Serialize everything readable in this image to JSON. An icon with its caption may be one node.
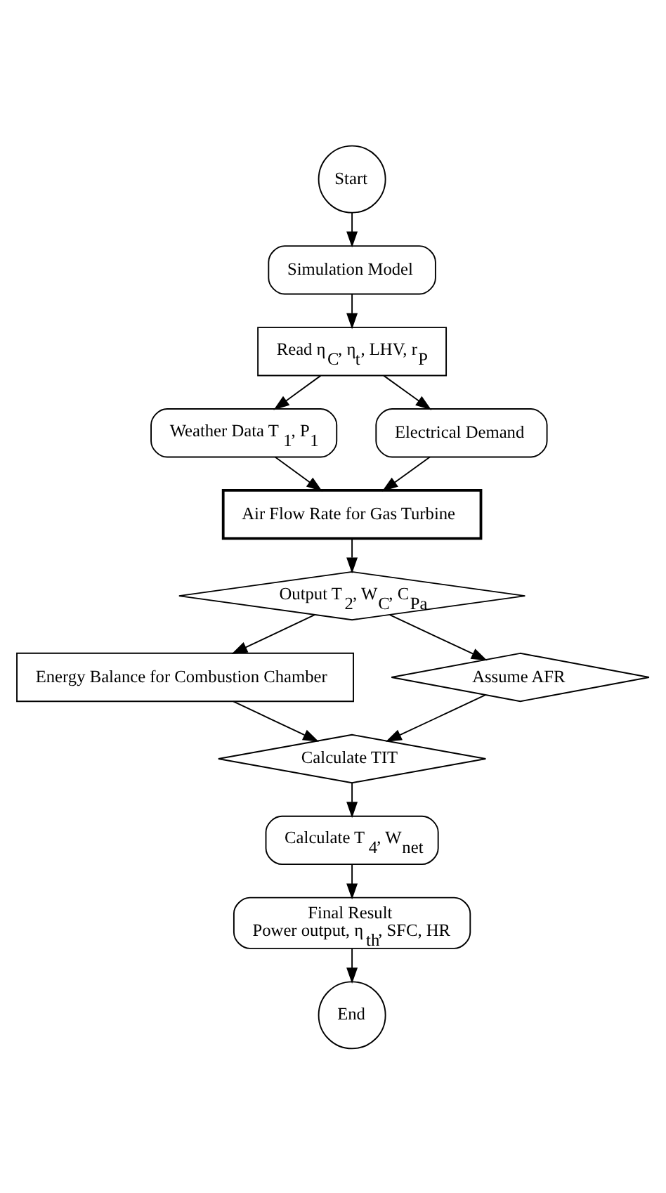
{
  "diagram": {
    "nodes": [
      {
        "text": [
          "Start"
        ]
      },
      {
        "text": [
          "Simulation Model"
        ]
      },
      {
        "text": [
          "Read η$_{C}$, η$_{t}$, LHV, r$_{P}$"
        ]
      },
      {
        "text": [
          "Weather Data T$_{1}$, P$_{1}$"
        ]
      },
      {
        "text": [
          "Electrical Demand"
        ]
      },
      {
        "text": [
          "Air Flow Rate for Gas Turbine"
        ]
      },
      {
        "text": [
          "Output T$_{2}$, W$_{C}$, C$_{Pa}$"
        ]
      },
      {
        "text": [
          "Energy Balance for Combustion Chamber"
        ]
      },
      {
        "text": [
          "Assume AFR"
        ]
      },
      {
        "text": [
          "Calculate TIT"
        ]
      },
      {
        "text": [
          "Calculate T$_{4}$, W$_{net}$"
        ]
      },
      {
        "text": [
          "Final Result",
          "Power output, η$_{th}$, SFC, HR"
        ]
      },
      {
        "text": [
          "End"
        ]
      }
    ],
    "edges": [
      {
        "from": 0,
        "to": 1,
        "arrow": "to"
      },
      {
        "from": 1,
        "to": 2,
        "arrow": "to"
      },
      {
        "from": 2,
        "to": 3,
        "arrow": "to"
      },
      {
        "from": 2,
        "to": 4,
        "arrow": "to"
      },
      {
        "from": 3,
        "to": 5,
        "arrow": "to"
      },
      {
        "from": 4,
        "to": 5,
        "arrow": "to"
      },
      {
        "from": 5,
        "to": 6,
        "arrow": "to"
      },
      {
        "from": 6,
        "to": 7,
        "arrow": "to"
      },
      {
        "from": 6,
        "to": 8,
        "arrow": "to"
      },
      {
        "from": 7,
        "to": 9,
        "arrow": "to"
      },
      {
        "from": 8,
        "to": 9,
        "arrow": "to"
      },
      {
        "from": 9,
        "to": 10,
        "arrow": "to"
      },
      {
        "from": 10,
        "to": 11,
        "arrow": "to"
      },
      {
        "from": 11,
        "to": 12,
        "arrow": "to"
      }
    ]
  }
}
